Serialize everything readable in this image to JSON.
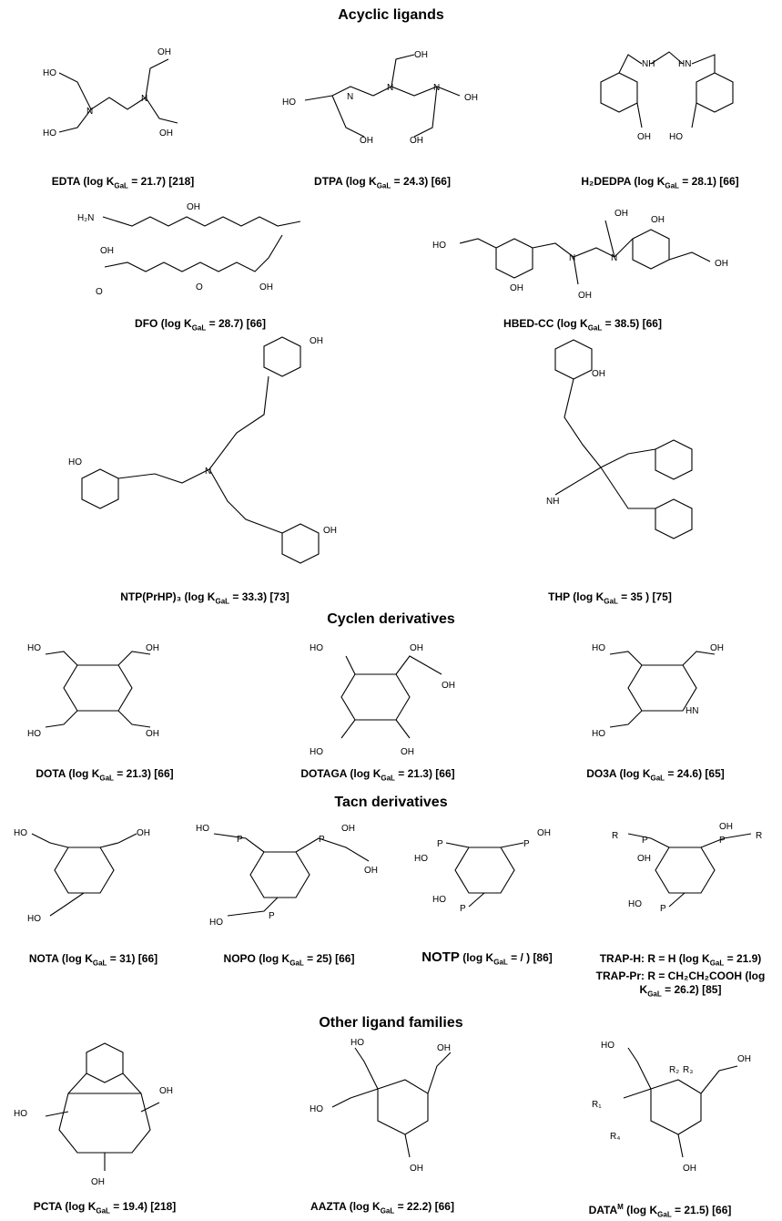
{
  "sections": {
    "acyclic": "Acyclic ligands",
    "cyclen": "Cyclen derivatives",
    "tacn": "Tacn derivatives",
    "other": "Other ligand families"
  },
  "captions": {
    "edta": {
      "name": "EDTA",
      "pre": " (log K",
      "sub": "GaL",
      "post": " = 21.7) [218]"
    },
    "dtpa": {
      "name": "DTPA",
      "pre": " (log K",
      "sub": "GaL",
      "post": " = 24.3) [66]"
    },
    "h2dedpa": {
      "name": "H₂DEDPA",
      "pre": " (log K",
      "sub": "GaL",
      "post": " = 28.1) [66]"
    },
    "dfo": {
      "name": "DFO",
      "pre": " (log K",
      "sub": "GaL",
      "post": " = 28.7) [66]"
    },
    "hbed": {
      "name": "HBED-CC",
      "pre": " (log K",
      "sub": "GaL",
      "post": " = 38.5) [66]"
    },
    "ntp": {
      "name": "NTP(PrHP)₃",
      "pre": " (log K",
      "sub": "GaL",
      "post": " = 33.3) [73]"
    },
    "thp": {
      "name": "THP",
      "pre": " (log K",
      "sub": "GaL",
      "post": " = 35 ) [75]"
    },
    "dota": {
      "name": "DOTA",
      "pre": " (log K",
      "sub": "GaL",
      "post": " = 21.3) [66]"
    },
    "dotaga": {
      "name": "DOTAGA",
      "pre": " (log K",
      "sub": "GaL",
      "post": " = 21.3) [66]"
    },
    "do3a": {
      "name": "DO3A",
      "pre": " (log K",
      "sub": "GaL",
      "post": " = 24.6) [65]"
    },
    "nota": {
      "name": "NOTA",
      "pre": " (log K",
      "sub": "GaL",
      "post": " = 31) [66]"
    },
    "nopo": {
      "name": "NOPO",
      "pre": " (log K",
      "sub": "GaL",
      "post": " = 25) [66]"
    },
    "notp": {
      "name": "NOTP",
      "pre": " (log K",
      "sub": "GaL",
      "post": " = / ) [86]"
    },
    "trap_line1": {
      "name": "TRAP-H:",
      "pre": " R = H (log K",
      "sub": "GaL",
      "post": " = 21.9)"
    },
    "trap_line2": "TRAP-Pr: R = CH₂CH₂COOH (log",
    "trap_line3": {
      "pre": "K",
      "sub": "GaL",
      "post": " = 26.2) [85]"
    },
    "pcta": {
      "name": "PCTA",
      "pre": " (log K",
      "sub": "GaL",
      "post": " = 19.4) [218]"
    },
    "aazta": {
      "name": "AAZTA",
      "pre": " (log K",
      "sub": "GaL",
      "post": " = 22.2) [66]"
    },
    "datam": {
      "name": "DATA",
      "sup": "M",
      "pre": " (log K",
      "sub": "GaL",
      "post": " = 21.5) [66]"
    }
  },
  "atoms": {
    "oh": "OH",
    "ho": "HO",
    "o": "O",
    "n": "N",
    "nh": "NH",
    "hn": "HN",
    "h2n": "H₂N",
    "p": "P",
    "r": "R",
    "r1": "R₁",
    "r2": "R₂",
    "r3": "R₃",
    "r4": "R₄"
  }
}
